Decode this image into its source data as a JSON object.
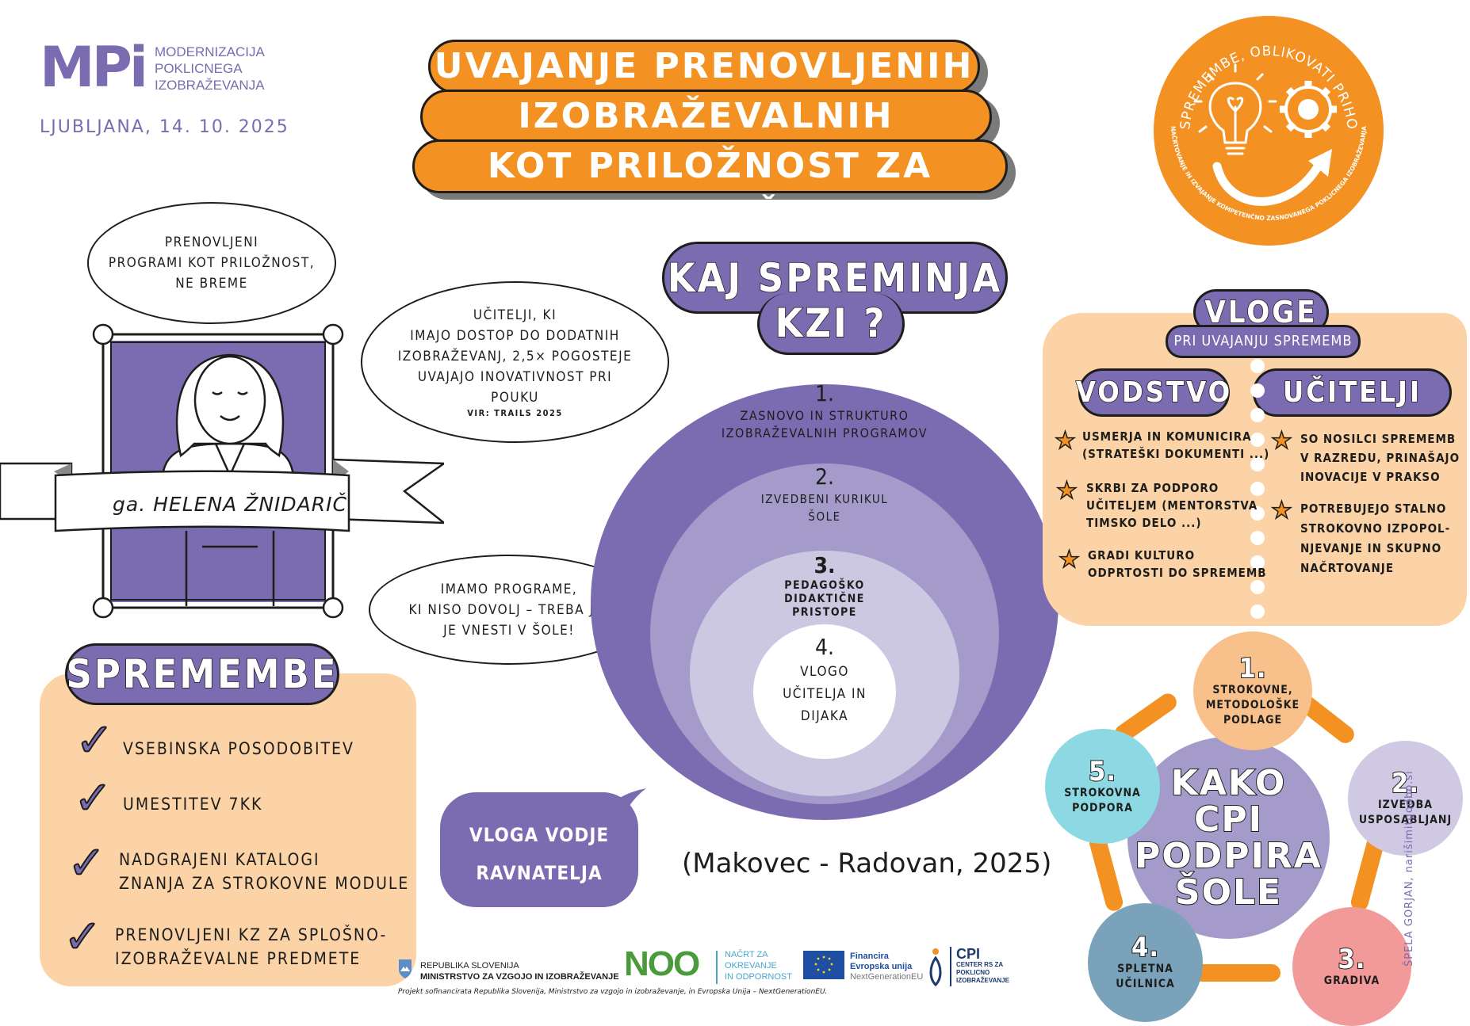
{
  "header": {
    "logo_mark": "MPi",
    "logo_text": [
      "MODERNIZACIJA",
      "POKLICNEGA",
      "IZOBRAŽEVANJA"
    ],
    "date": "LJUBLJANA, 14. 10. 2025",
    "title_lines": [
      "UVAJANJE PRENOVLJENIH",
      "IZOBRAŽEVALNIH PROGRAMOV",
      "KOT PRILOŽNOST ZA RAZVOJ ŠOL"
    ]
  },
  "badge": {
    "arc_top": "VODITI SPREMEMBE, OBLIKOVATI PRIHODNOST:",
    "arc_bottom": "NAČRTOVANJE IN IZVAJANJE KOMPETENČNO ZASNOVANEGA POKLICNEGA IZOBRAŽEVANJA",
    "icons": [
      "lightbulb-icon",
      "gear-icon",
      "arrow-up-right-icon"
    ]
  },
  "speaker": {
    "name": "ga. HELENA ŽNIDARIČ",
    "bubbles": [
      {
        "lines": [
          "PRENOVLJENI",
          "PROGRAMI KOT PRILOŽNOST,",
          "NE BREME"
        ]
      },
      {
        "lines": [
          "UČITELJI, KI",
          "IMAJO DOSTOP DO DODATNIH",
          "IZOBRAŽEVANJ, 2,5× POGOSTEJE",
          "UVAJAJO INOVATIVNOST PRI",
          "POUKU"
        ],
        "source": "VIR: TRAILS 2025"
      },
      {
        "lines": [
          "IMAMO PROGRAME,",
          "KI NISO DOVOLJ – TREBA JIH",
          "JE VNESTI V ŠOLE!"
        ]
      }
    ]
  },
  "kzi": {
    "heading_lines": [
      "KAJ SPREMINJA",
      "KZI ?"
    ],
    "rings": [
      {
        "num": "1.",
        "lines": [
          "ZASNOVO in STRUKTURO",
          "IZOBRAŽEVALNIH PROGRAMOV"
        ]
      },
      {
        "num": "2.",
        "lines": [
          "IZVEDBENI KURIKUL",
          "ŠOLE"
        ]
      },
      {
        "num": "3.",
        "lines": [
          "PEDAGOŠKO",
          "DIDAKTIČNE",
          "PRISTOPE"
        ]
      },
      {
        "num": "4.",
        "lines": [
          "VLOGO",
          "UČITELJA in",
          "DIJAKA"
        ]
      }
    ],
    "citation": "(Makovec - Radovan, 2025)",
    "leader_bubble": [
      "VLOGA VODJE",
      "RAVNATELJA"
    ]
  },
  "vloge": {
    "title": "VLOGE",
    "subtitle": "PRI UVAJANJU SPREMEMB",
    "columns": [
      {
        "heading": "VODSTVO",
        "items": [
          [
            "USMERJA in KOMUNICIRA",
            "(STRATEŠKI DOKUMENTI ...)"
          ],
          [
            "SKRBI ZA PODPORO",
            "UČITELJEM (MENTORSTVA",
            "TIMSKO DELO ...)"
          ],
          [
            "GRADI KULTURO",
            "ODPRTOSTI DO SPREMEMB"
          ]
        ]
      },
      {
        "heading": "UČITELJI",
        "items": [
          [
            "SO NOSILCI SPREMEMB",
            "V RAZREDU, PRINAŠAJO",
            "INOVACIJE V PRAKSO"
          ],
          [
            "POTREBUJEJO STALNO",
            "STROKOVNO IZPOPOL-",
            "NJEVANJE IN SKUPNO",
            "NAČRTOVANJE"
          ]
        ]
      }
    ]
  },
  "spremembe": {
    "title": "SPREMEMBE",
    "items": [
      [
        "VSEBINSKA POSODOBITEV"
      ],
      [
        "UMESTITEV 7KK"
      ],
      [
        "NADGRAJENI KATALOGI",
        "ZNANJA ZA STROKOVNE MODULE"
      ],
      [
        "PRENOVLJENI KZ ZA SPLOŠNO-",
        "IZOBRAŽEVALNE PREDMETE"
      ]
    ]
  },
  "cpi": {
    "center_lines": [
      "KAKO",
      "CPI",
      "PODPIRA",
      "ŠOLE"
    ],
    "nodes": [
      {
        "num": "1.",
        "lines": [
          "STROKOVNE,",
          "METODOLOŠKE",
          "PODLAGE"
        ],
        "color": "#f8c08a"
      },
      {
        "num": "2.",
        "lines": [
          "IZVEDBA",
          "USPOSABLJANJ"
        ],
        "color": "#cfc9e3"
      },
      {
        "num": "3.",
        "lines": [
          "GRADIVA"
        ],
        "color": "#f29a9a"
      },
      {
        "num": "4.",
        "lines": [
          "SPLETNA",
          "UČILNICA"
        ],
        "color": "#7aa2bb"
      },
      {
        "num": "5.",
        "lines": [
          "STROKOVNA",
          "PODPORA"
        ],
        "color": "#8dd9e3"
      }
    ]
  },
  "credit": "ŠPELA GORJAN, narišimitgodbo.si",
  "footer": {
    "gov_line1": "REPUBLIKA SLOVENIJA",
    "gov_line2": "MINISTRSTVO ZA VZGOJO IN IZOBRAŽEVANJE",
    "noo_mark": "NOO",
    "noo_text": [
      "NAČRT ZA",
      "OKREVANJE",
      "IN ODPORNOST"
    ],
    "eu_text": [
      "Financira",
      "Evropska unija",
      "NextGenerationEU"
    ],
    "cpi_mark": "CPI",
    "cpi_text": [
      "CENTER RS ZA",
      "POKLICNO",
      "IZOBRAŽEVANJE"
    ],
    "note": "Projekt sofinancirata Republika Slovenija, Ministrstvo za vzgojo in izobraževanje, in Evropska Unija – NextGenerationEU."
  },
  "colors": {
    "orange": "#f39122",
    "purple": "#7b6bb0",
    "peach": "#fbd3a6",
    "ink": "#1d1d1b"
  }
}
